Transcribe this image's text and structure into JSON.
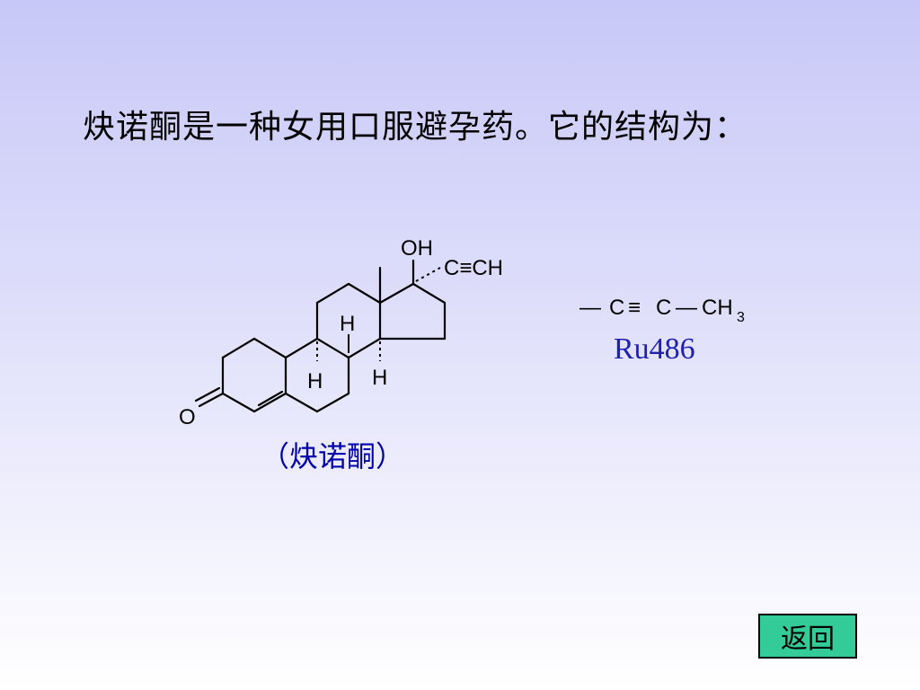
{
  "slide": {
    "heading": "炔诺酮是一种女用口服避孕药。它的结构为：",
    "caption": "（炔诺酮）",
    "ru_label": "Ru486",
    "back_label": "返回"
  },
  "structure": {
    "oh": "OH",
    "alkyne": "C≡CH",
    "h_top": "H",
    "h_left": "H",
    "h_right": "H",
    "oxygen": "O",
    "substituent": {
      "dash1": "—",
      "c1": "C",
      "triple": "≡",
      "c2": "C",
      "dash2": "—",
      "ch": "CH",
      "sub3": "3"
    }
  },
  "colors": {
    "background_top": "#c8c8f8",
    "background_bottom": "#ffffff",
    "caption": "#0000aa",
    "button_fill": "#33cc99"
  }
}
